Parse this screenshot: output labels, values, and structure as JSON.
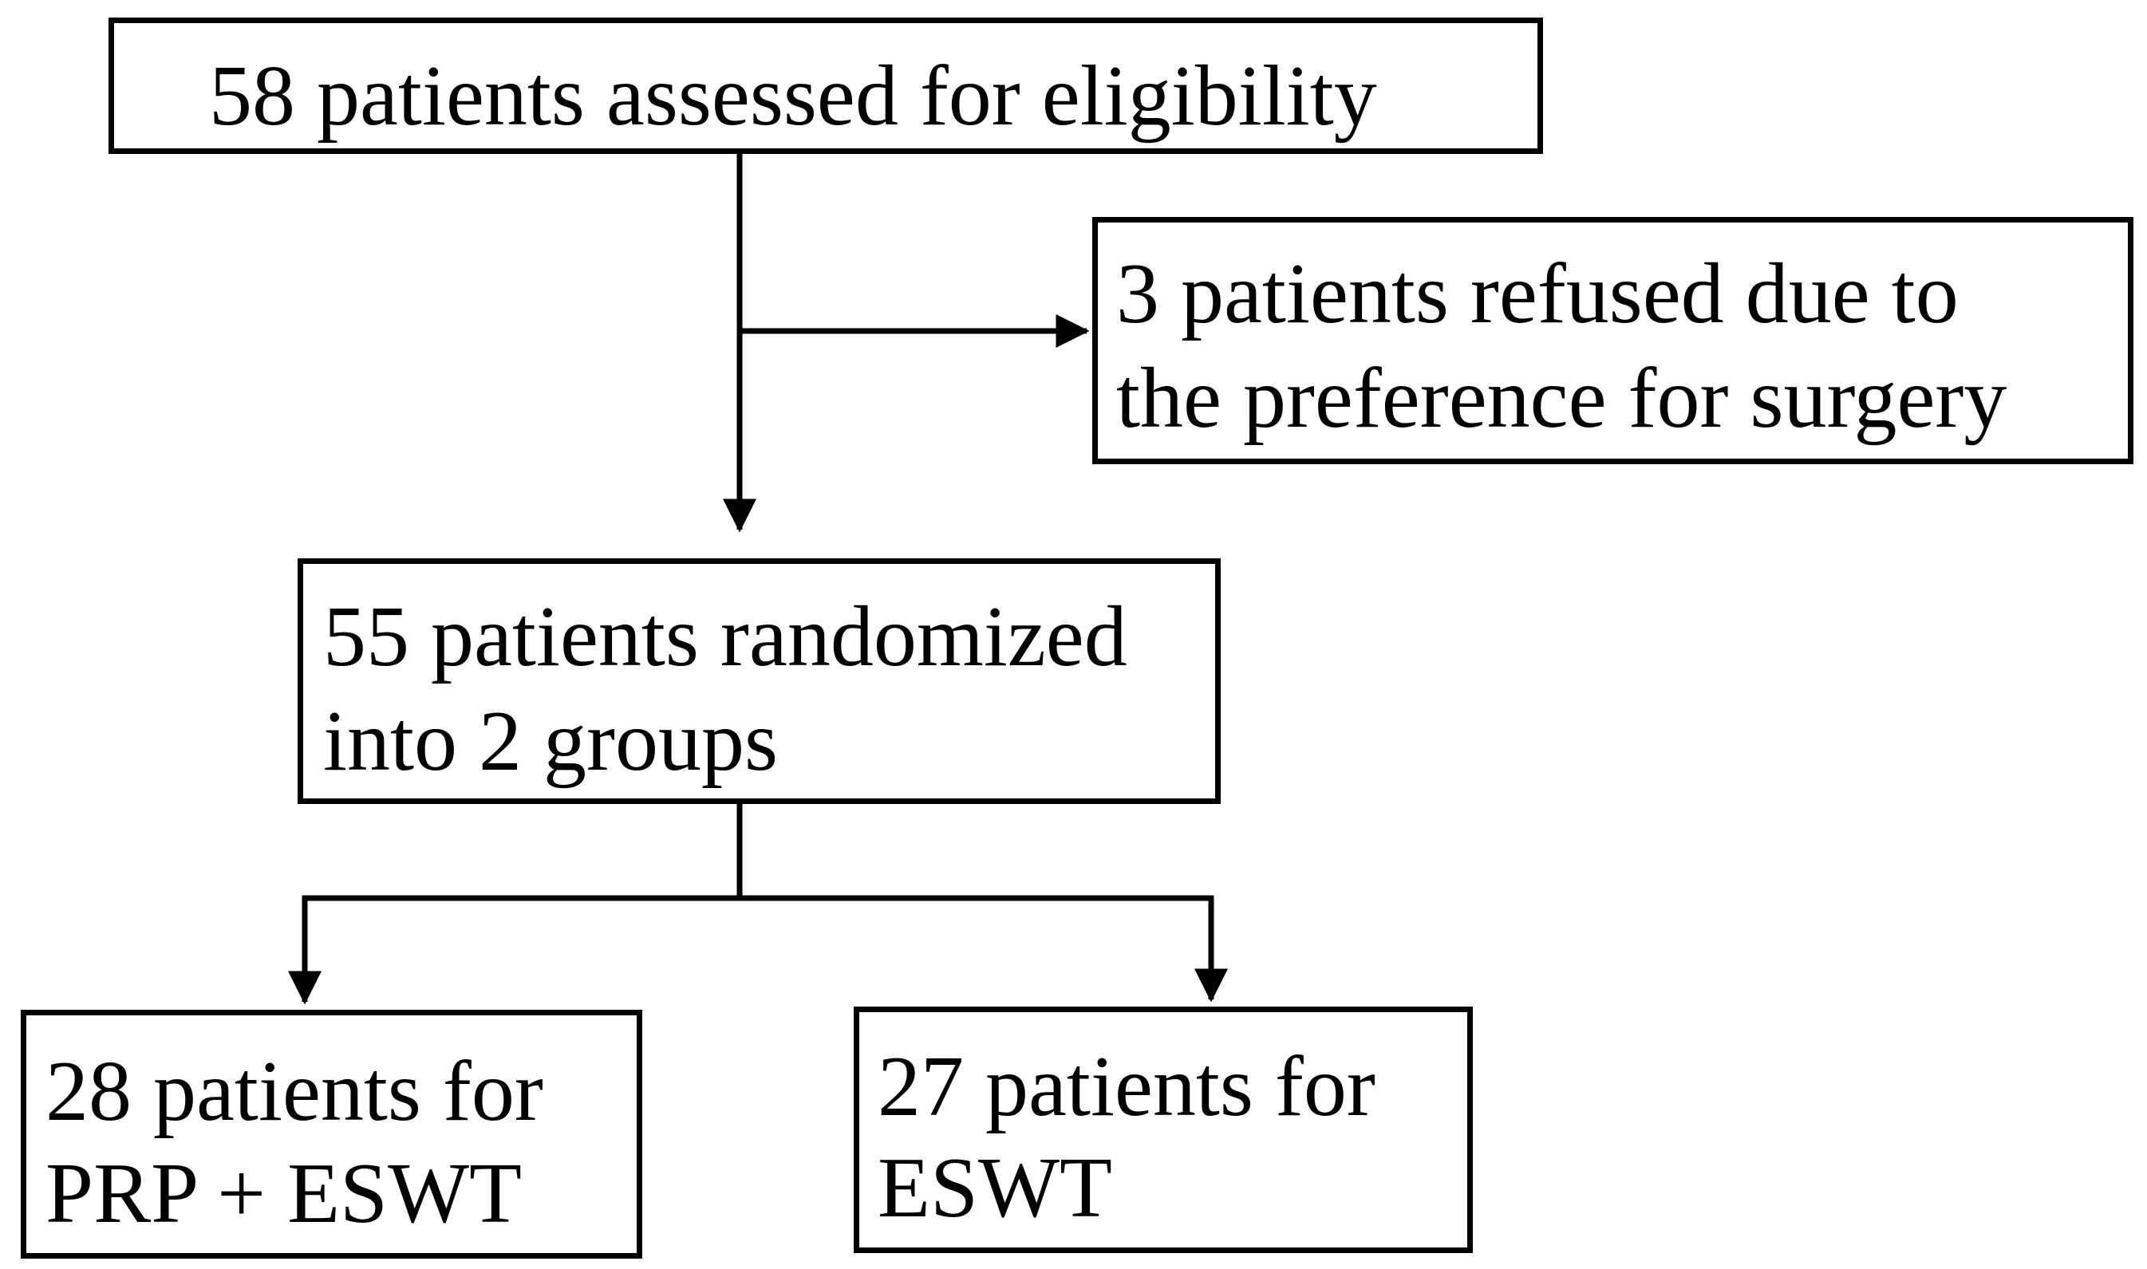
{
  "boxes": {
    "assessed": {
      "lines": [
        "58 patients assessed for eligibility"
      ]
    },
    "refused": {
      "lines": [
        "3 patients refused due to",
        "the preference for surgery"
      ]
    },
    "randomized": {
      "lines": [
        "55 patients randomized",
        "into 2 groups"
      ]
    },
    "prp_eswt": {
      "lines": [
        "28 patients for",
        "PRP + ESWT"
      ]
    },
    "eswt": {
      "lines": [
        "27 patients for",
        "ESWT"
      ]
    }
  }
}
